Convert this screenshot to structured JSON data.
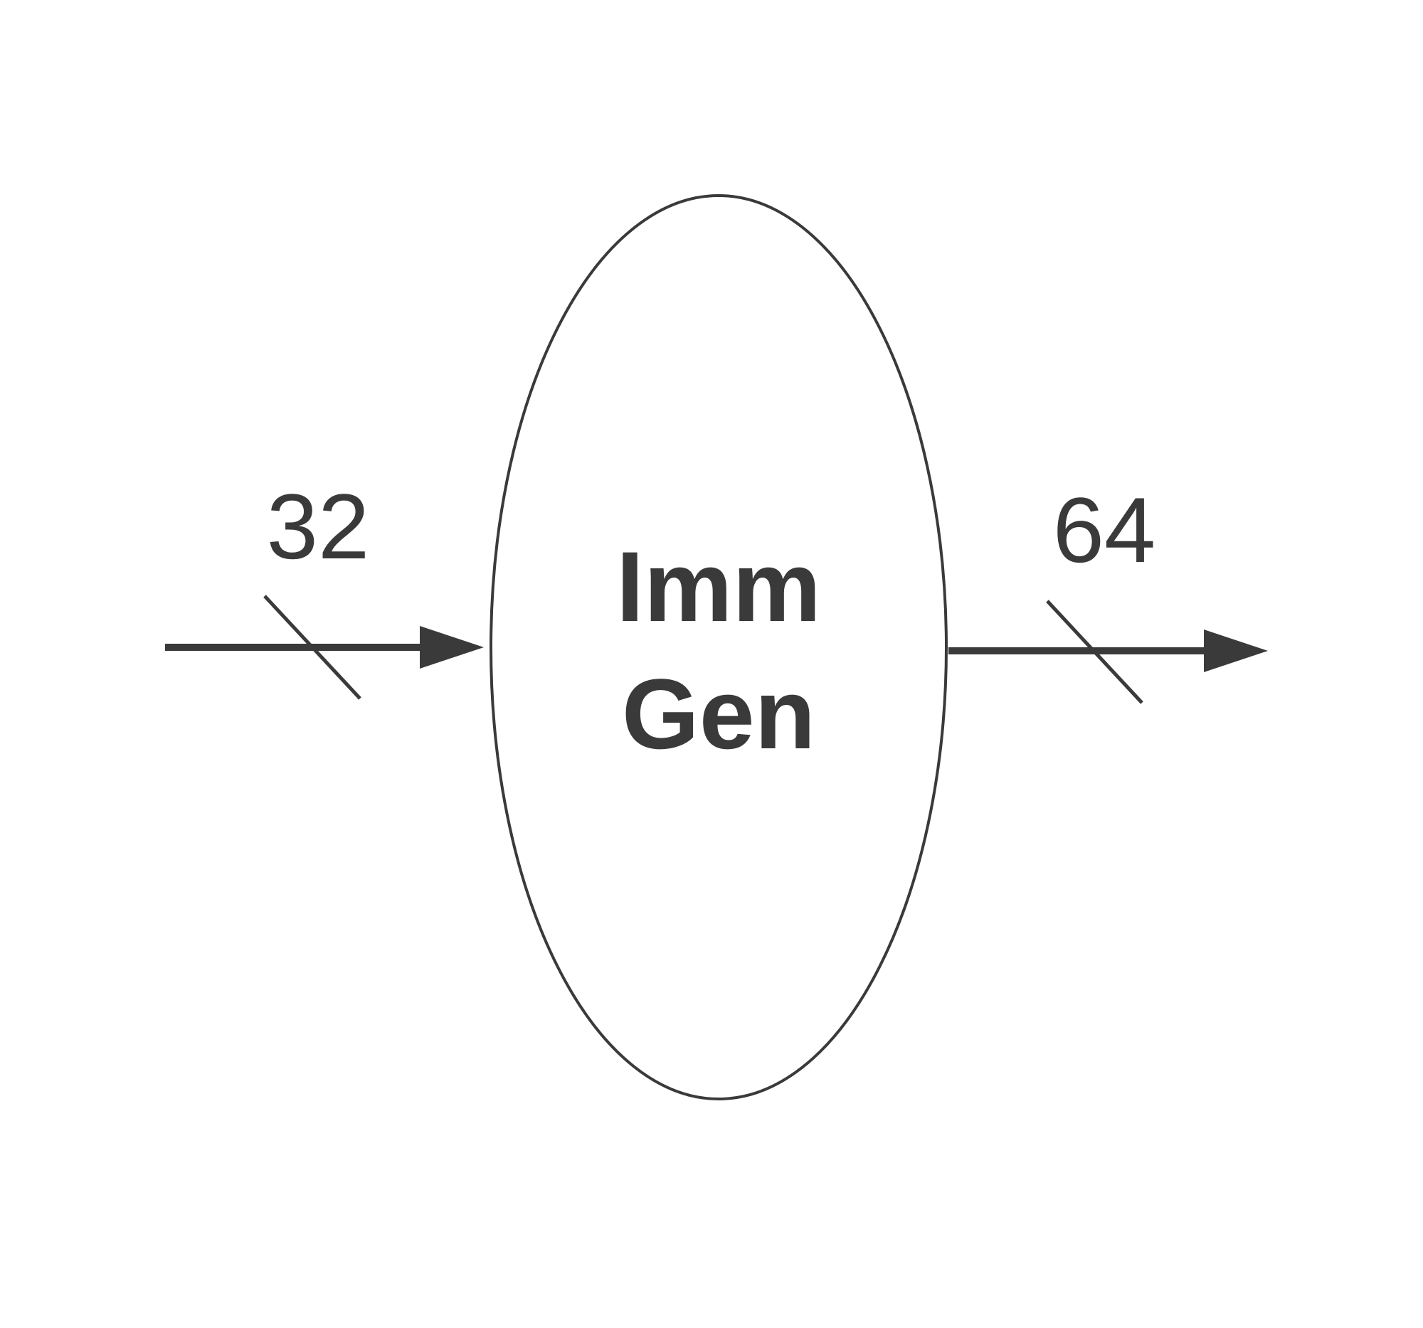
{
  "colors": {
    "stroke": "#3a3a3a",
    "text": "#3a3a3a",
    "background": "#ffffff"
  },
  "unit": {
    "line1": "Imm",
    "line2": "Gen"
  },
  "input": {
    "width_label": "32"
  },
  "output": {
    "width_label": "64"
  }
}
